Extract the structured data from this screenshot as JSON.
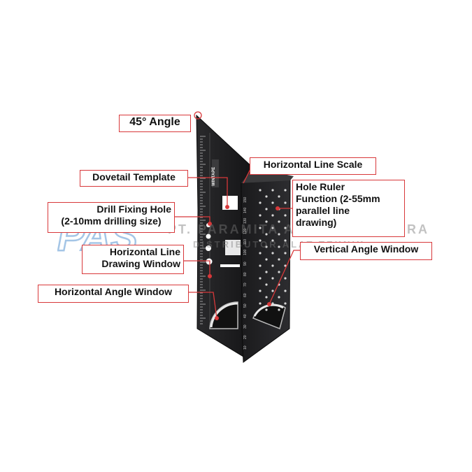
{
  "labels": {
    "angle45": "45° Angle",
    "dovetail": "Dovetail Template",
    "horizontal_scale": "Horizontal Line Scale",
    "hole_ruler": [
      "Hole Ruler",
      "Function (2-55mm",
      "parallel line",
      "drawing)"
    ],
    "drill_hole": [
      "Drill Fixing Hole",
      "(2-10mm drilling size)"
    ],
    "horizontal_window": [
      "Horizontal Line",
      "Drawing Window"
    ],
    "vertical_angle": "Vertical Angle Window",
    "horizontal_angle": "Horizontal Angle Window"
  },
  "watermark": {
    "logo": "PAS",
    "line1": "PT. PARAMITA ALAM SEJAHTERA",
    "line2": "DISTRIBUTOR ALAT TEKNIK"
  },
  "ruler_brand": "WINTAPE",
  "scale_ticks": [
    "10",
    "20",
    "30",
    "40",
    "50",
    "60",
    "70",
    "80",
    "90",
    "100",
    "110",
    "120",
    "130",
    "140",
    "150"
  ],
  "colors": {
    "callout": "#d8383a",
    "tool": "#1c1c1e",
    "text": "#111111"
  }
}
